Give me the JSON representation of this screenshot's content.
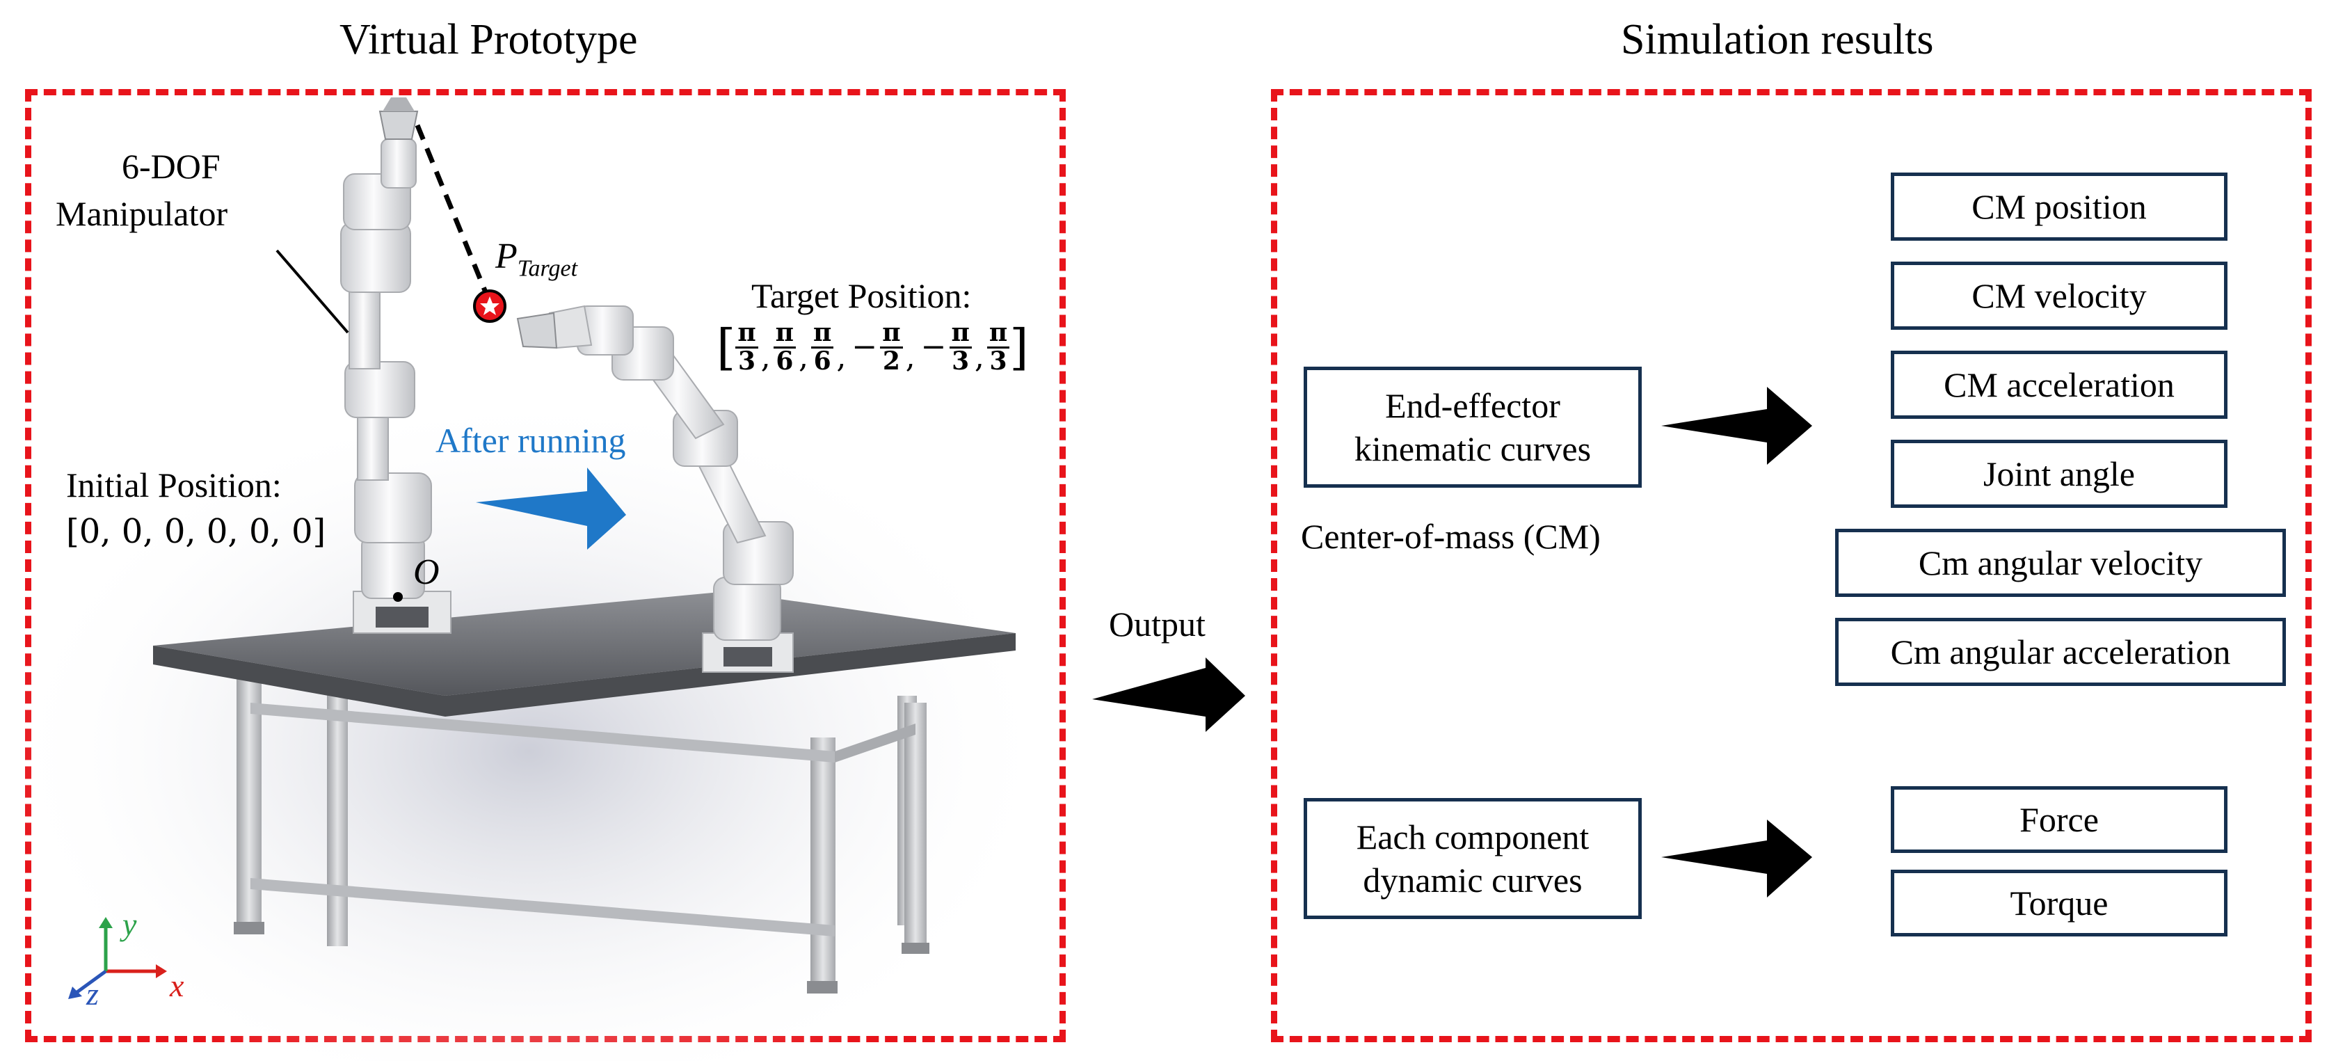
{
  "left_panel": {
    "title": "Virtual Prototype",
    "manipulator_label": [
      "6-DOF",
      "Manipulator"
    ],
    "target_point": {
      "base": "P",
      "subscript": "Target"
    },
    "target_position": {
      "label": "Target Position:",
      "values": [
        {
          "sign": "",
          "num": "π",
          "den": "3"
        },
        {
          "sign": "",
          "num": "π",
          "den": "6"
        },
        {
          "sign": "",
          "num": "π",
          "den": "6"
        },
        {
          "sign": "−",
          "num": "π",
          "den": "2"
        },
        {
          "sign": "−",
          "num": "π",
          "den": "3"
        },
        {
          "sign": "",
          "num": "π",
          "den": "3"
        }
      ]
    },
    "after_running": "After running",
    "initial_position": {
      "label": "Initial Position:",
      "value": "[0, 0, 0, 0, 0, 0]"
    },
    "origin_label": "O",
    "axes": {
      "x": "x",
      "y": "y",
      "z": "z"
    }
  },
  "output_label": "Output",
  "right_panel": {
    "title": "Simulation results",
    "kinematic_box": [
      "End-effector",
      "kinematic curves"
    ],
    "cm_caption": "Center-of-mass (CM)",
    "kinematic_results": [
      "CM position",
      "CM velocity",
      "CM acceleration",
      "Joint angle",
      "Cm angular velocity",
      "Cm angular acceleration"
    ],
    "dynamic_box": [
      "Each component",
      "dynamic curves"
    ],
    "dynamic_results": [
      "Force",
      "Torque"
    ]
  },
  "colors": {
    "frame": "#e8141b",
    "box_border": "#16304f",
    "accent_blue": "#1f78c8",
    "axis_x": "#d9201c",
    "axis_y": "#2ca24a",
    "axis_z": "#2a55b8"
  }
}
